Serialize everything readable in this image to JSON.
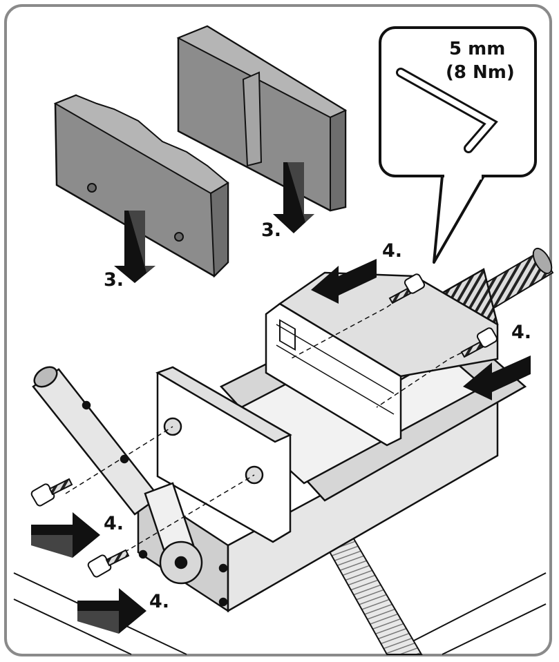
{
  "callout": {
    "tool_size": "5 mm",
    "torque": "(8 Nm)",
    "tool_icon": "hex-key-icon"
  },
  "steps": {
    "jaw_left": "3.",
    "jaw_right": "3.",
    "rear_left": "4.",
    "rear_right": "4.",
    "front_left": "4.",
    "front_right": "4."
  },
  "colors": {
    "frame": "#8a8a8a",
    "jaw_fill": "#8c8c8c",
    "arrow_fill": "#111111",
    "line": "#111111"
  }
}
